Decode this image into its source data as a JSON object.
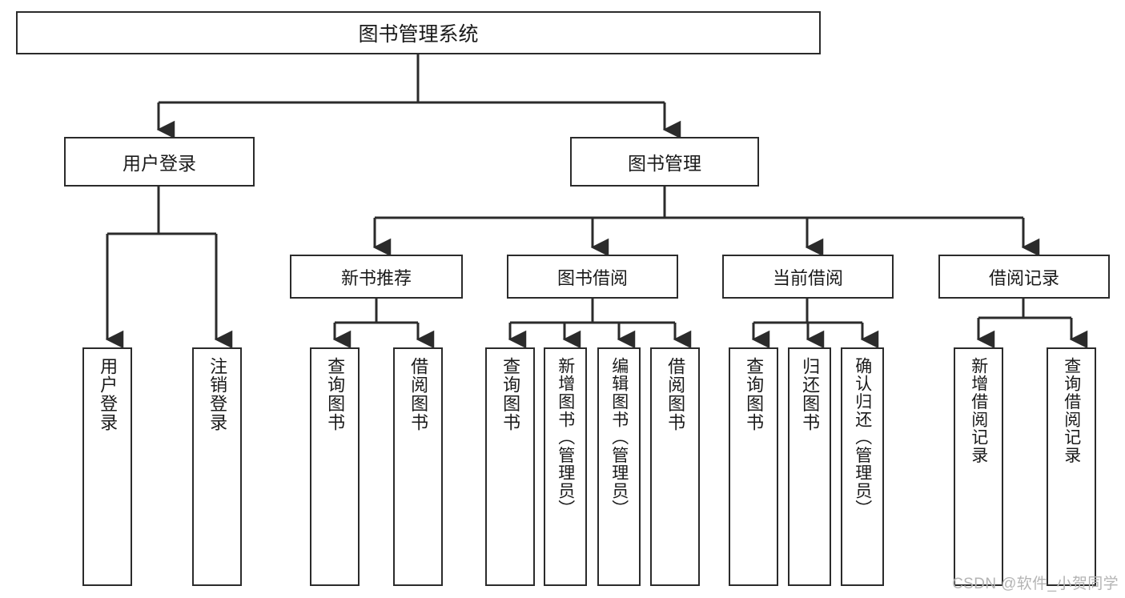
{
  "diagram": {
    "type": "tree-hierarchy",
    "title": "图书管理系统",
    "root": {
      "id": "root",
      "label": "图书管理系统",
      "level": 1
    },
    "level2": [
      {
        "id": "user-login",
        "label": "用户登录"
      },
      {
        "id": "book-management",
        "label": "图书管理"
      }
    ],
    "level3": [
      {
        "id": "new-book-recommend",
        "label": "新书推荐",
        "parent": "book-management"
      },
      {
        "id": "book-borrow",
        "label": "图书借阅",
        "parent": "book-management"
      },
      {
        "id": "current-borrow",
        "label": "当前借阅",
        "parent": "book-management"
      },
      {
        "id": "borrow-record",
        "label": "借阅记录",
        "parent": "book-management"
      }
    ],
    "leaves": [
      {
        "id": "leaf-user-login",
        "label": "用户登录",
        "parent": "user-login"
      },
      {
        "id": "leaf-logout",
        "label": "注销登录",
        "parent": "user-login"
      },
      {
        "id": "leaf-query-book-1",
        "label": "查询图书",
        "parent": "new-book-recommend"
      },
      {
        "id": "leaf-borrow-book-1",
        "label": "借阅图书",
        "parent": "new-book-recommend"
      },
      {
        "id": "leaf-query-book-2",
        "label": "查询图书",
        "parent": "book-borrow"
      },
      {
        "id": "leaf-add-book",
        "label": "新增图书（管理员）",
        "parent": "book-borrow"
      },
      {
        "id": "leaf-edit-book",
        "label": "编辑图书（管理员）",
        "parent": "book-borrow"
      },
      {
        "id": "leaf-borrow-book-2",
        "label": "借阅图书",
        "parent": "book-borrow"
      },
      {
        "id": "leaf-query-book-3",
        "label": "查询图书",
        "parent": "current-borrow"
      },
      {
        "id": "leaf-return-book",
        "label": "归还图书",
        "parent": "current-borrow"
      },
      {
        "id": "leaf-confirm-return",
        "label": "确认归还（管理员）",
        "parent": "current-borrow"
      },
      {
        "id": "leaf-add-record",
        "label": "新增借阅记录",
        "parent": "borrow-record"
      },
      {
        "id": "leaf-query-record",
        "label": "查询借阅记录",
        "parent": "borrow-record"
      }
    ]
  },
  "watermark": {
    "text": "CSDN @软件_小贺同学"
  },
  "colors": {
    "stroke": "#2b2b2b",
    "background": "#ffffff",
    "text": "#1a1a1a",
    "watermark": "#b4b4b4"
  }
}
